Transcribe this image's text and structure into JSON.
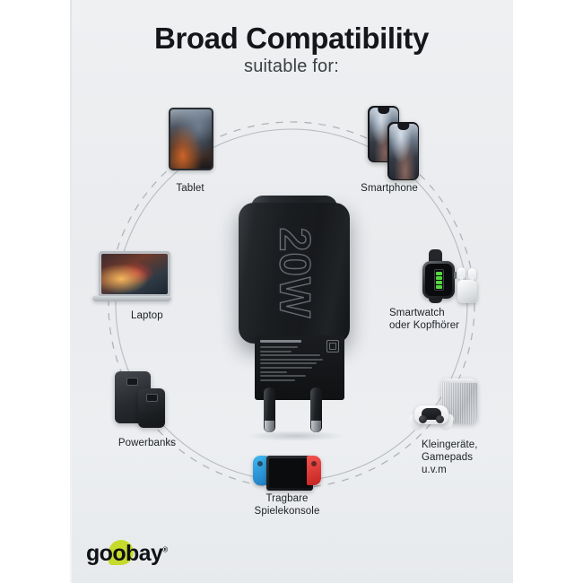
{
  "header": {
    "title": "Broad Compatibility",
    "subtitle": "suitable for:"
  },
  "product": {
    "name": "goobay 20W USB-C wall charger",
    "wattage_label": "20W",
    "port_icon": "usb-c-port-icon",
    "plug_type": "EU two-prong plug",
    "body_color": "#1a1d20"
  },
  "devices": [
    {
      "key": "tablet",
      "label": "Tablet",
      "icon": "tablet-icon"
    },
    {
      "key": "smartphone",
      "label": "Smartphone",
      "icon": "smartphone-icon"
    },
    {
      "key": "smartwatch",
      "label": "Smartwatch\noder Kopfhörer",
      "icon": "smartwatch-earbuds-icon"
    },
    {
      "key": "small_devices",
      "label": "Kleingeräte,\nGamepads\nu.v.m",
      "icon": "gamepad-speaker-icon"
    },
    {
      "key": "console",
      "label": "Tragbare\nSpielekonsole",
      "icon": "handheld-console-icon"
    },
    {
      "key": "powerbanks",
      "label": "Powerbanks",
      "icon": "powerbank-icon"
    },
    {
      "key": "laptop",
      "label": "Laptop",
      "icon": "laptop-icon"
    }
  ],
  "brand": {
    "name_part1": "g",
    "name_part2": "oo",
    "name_part3": "bay",
    "registered": "®",
    "accent_color": "#c6da2c"
  },
  "colors": {
    "background": "#ffffff",
    "panel": "#eceef1",
    "text": "#1d2024",
    "ring": "#b9bdc2"
  }
}
